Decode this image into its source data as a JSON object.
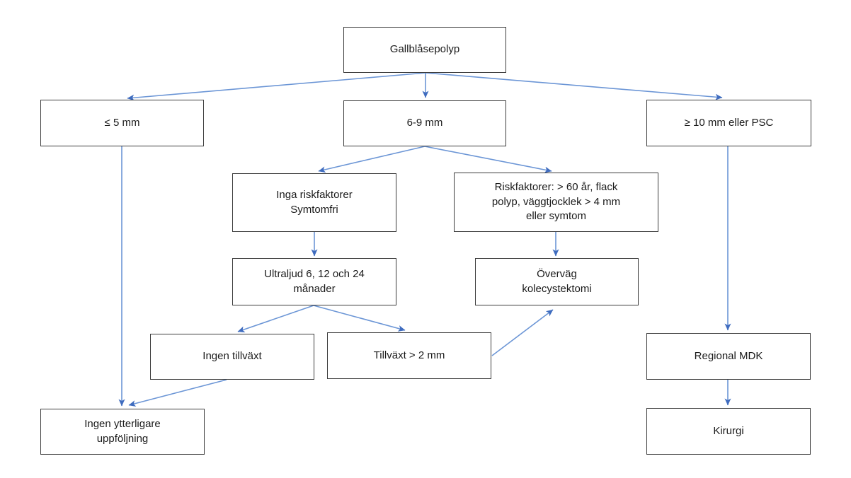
{
  "diagram": {
    "title": "Gallblåsepolyp",
    "language": "sv",
    "type": "flowchart"
  },
  "colors": {
    "connector": "#6c96d6",
    "arrowhead": "#3f6cbf",
    "box-border": "#3c3c3c",
    "text": "#1a1a1a",
    "bg": "#ffffff"
  },
  "nodes": {
    "root": {
      "label": "Gallblåsepolyp"
    },
    "small": {
      "label": "≤ 5 mm"
    },
    "medium": {
      "label": "6-9 mm"
    },
    "large": {
      "label": "≥ 10 mm eller PSC"
    },
    "no_risk": {
      "label": "Inga riskfaktorer\nSymtomfri"
    },
    "risk": {
      "label": "Riskfaktorer: > 60 år, flack\npolyp, väggtjocklek > 4 mm\neller symtom"
    },
    "ultrasound": {
      "label": "Ultraljud 6, 12 och 24\nmånader"
    },
    "consider": {
      "label": "Överväg\nkolecystektomi"
    },
    "no_growth": {
      "label": "Ingen tillväxt"
    },
    "growth": {
      "label": "Tillväxt > 2 mm"
    },
    "mdk": {
      "label": "Regional MDK"
    },
    "no_followup": {
      "label": "Ingen ytterligare\nuppföljning"
    },
    "surgery": {
      "label": "Kirurgi"
    }
  },
  "edges": [
    {
      "from": "root",
      "to": "small"
    },
    {
      "from": "root",
      "to": "medium"
    },
    {
      "from": "root",
      "to": "large"
    },
    {
      "from": "medium",
      "to": "no_risk"
    },
    {
      "from": "medium",
      "to": "risk"
    },
    {
      "from": "no_risk",
      "to": "ultrasound"
    },
    {
      "from": "risk",
      "to": "consider"
    },
    {
      "from": "ultrasound",
      "to": "no_growth"
    },
    {
      "from": "ultrasound",
      "to": "growth"
    },
    {
      "from": "growth",
      "to": "consider"
    },
    {
      "from": "small",
      "to": "no_followup"
    },
    {
      "from": "no_growth",
      "to": "no_followup"
    },
    {
      "from": "large",
      "to": "mdk"
    },
    {
      "from": "mdk",
      "to": "surgery"
    }
  ]
}
